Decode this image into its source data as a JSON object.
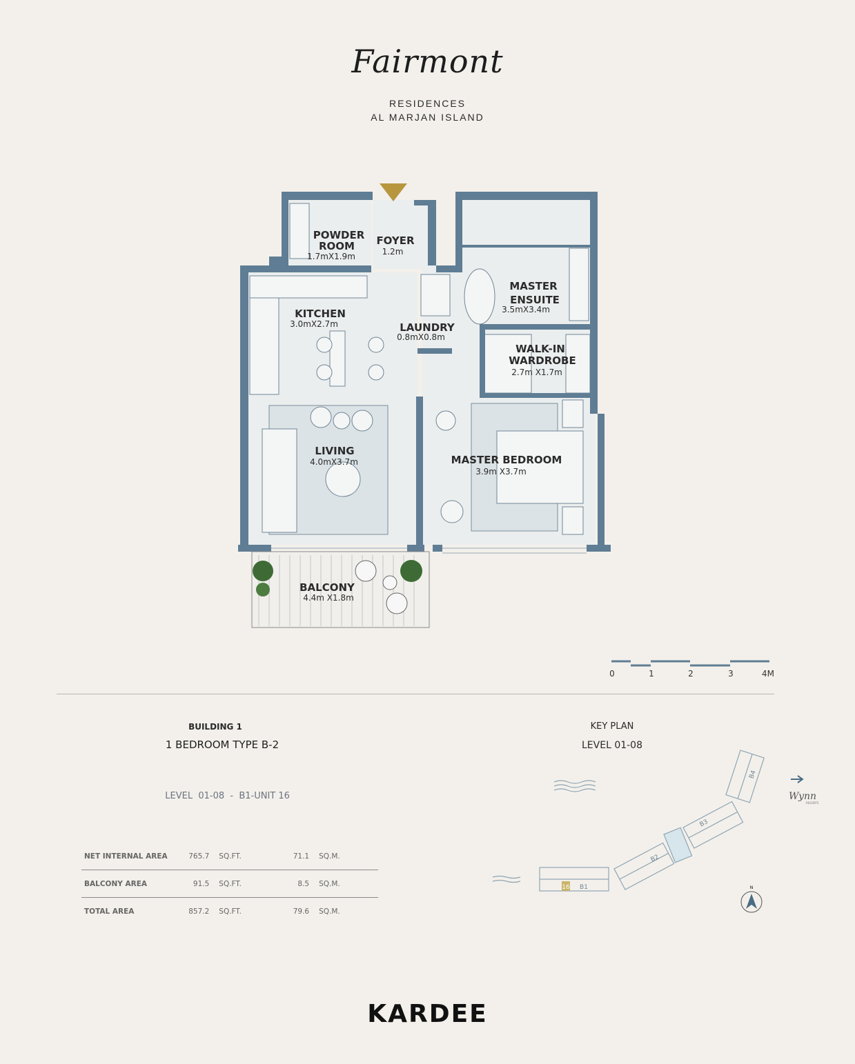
{
  "brand": {
    "logo_text": "Fairmont",
    "line1": "RESIDENCES",
    "line2": "AL MARJAN ISLAND"
  },
  "floorplan": {
    "rooms": [
      {
        "name": "POWDER\nROOM",
        "line1": "POWDER",
        "line2": "ROOM",
        "dims": "1.7mX1.9m"
      },
      {
        "name": "FOYER",
        "dims": "1.2m"
      },
      {
        "name": "KITCHEN",
        "dims": "3.0mX2.7m"
      },
      {
        "name": "LAUNDRY",
        "dims": "0.8mX0.8m"
      },
      {
        "line1": "MASTER",
        "line2": "ENSUITE",
        "dims": "3.5mX3.4m"
      },
      {
        "line1": "WALK-IN",
        "line2": "WARDROBE",
        "dims": "2.7m X1.7m"
      },
      {
        "name": "LIVING",
        "dims": "4.0mX3.7m"
      },
      {
        "name": "MASTER BEDROOM",
        "dims": "3.9m X3.7m"
      },
      {
        "name": "BALCONY",
        "dims": "4.4m X1.8m"
      }
    ],
    "scale_labels": [
      "0",
      "1",
      "2",
      "3",
      "4M"
    ],
    "colors": {
      "wall": "#5f7d94",
      "floor": "#e4e8ea",
      "rug": "#d9e1e4",
      "entry_marker": "#b8963e"
    }
  },
  "unit": {
    "building": "BUILDING 1",
    "type": "1 BEDROOM TYPE B-2",
    "level": "LEVEL  01-08",
    "separator": "-",
    "unit_no": "B1-UNIT 16"
  },
  "areas": [
    {
      "label": "NET INTERNAL AREA",
      "sqft": "765.7",
      "sqft_unit": "SQ.FT.",
      "sqm": "71.1",
      "sqm_unit": "SQ.M."
    },
    {
      "label": "BALCONY AREA",
      "sqft": "91.5",
      "sqft_unit": "SQ.FT.",
      "sqm": "8.5",
      "sqm_unit": "SQ.M."
    },
    {
      "label": "TOTAL AREA",
      "sqft": "857.2",
      "sqft_unit": "SQ.FT.",
      "sqm": "79.6",
      "sqm_unit": "SQ.M."
    }
  ],
  "keyplan": {
    "title": "KEY PLAN",
    "level": "LEVEL 01-08",
    "buildings": [
      "B1",
      "B2",
      "B3",
      "B4"
    ],
    "highlight_unit": "16",
    "neighbor_logo": "Wynn",
    "neighbor_sub": "RESORTS",
    "north": "N",
    "highlight_color": "#c9b46a"
  },
  "footer": {
    "logo_text": "KARDEE"
  }
}
